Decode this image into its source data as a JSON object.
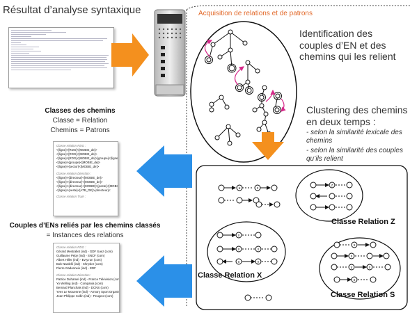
{
  "title_parse": "Résultat d’analyse syntaxique",
  "acquisition_title": "Acquisition de relations et de patrons",
  "identification_text": "Identification des couples d’EN et des chemins qui les relient",
  "clustering_title": "Clustering des chemins en deux temps :",
  "clustering_criteria": [
    "- selon la similarité lexicale des chemins",
    "- selon la similarité des couples qu’ils relient"
  ],
  "classes_heading": "Classes des chemins",
  "classes_sub": [
    "Classe = Relation",
    "Chemins = Patrons"
  ],
  "couples_heading": "Couples d’ENs reliés par les chemins classés",
  "couples_sub": "= Instances des relations",
  "page1": {
    "blocks": [
      {
        "header": "Classe relation RDG :",
        "lines": [
          "<{ligne}>[RDG]<[MOBIE_de]>",
          "<{ligne}>[RDG]<[MOBIE_de]>",
          "<{ligne}>[RDG]<[MOBIE_de]>{groupe}<{ligne}>",
          "<{ligne}>{groupe}<[MOBIE_de]>",
          "<{ligne}>{sector}<[MOBIE_de]>"
        ]
      },
      {
        "header": "Classe relation Direction :",
        "lines": [
          "<{ligne}>{directeur}<[MOBIE_de]>",
          "<{ligne}>{directeur}<[MOBIE_de]>",
          "<{ligne}>{directeur}<[MOBIE]>{poste}<[MOBIE_de]>",
          "<{ligne}>{veste}<[ATB_DE]>{directeur}<"
        ]
      },
      {
        "header": "Classe relation Train :",
        "lines": []
      }
    ]
  },
  "page2": {
    "blocks": [
      {
        "header": "Classe relation RDG :",
        "lines": [
          "Gérard Mestrallet (ind) - GDF Suez (com)",
          "Guillaume Pépy (ind) - SNCF (com)",
          "Albert Hiller (ind) - Evry.run (com)",
          "Bob Nardelli (ind) - Chrysler (com)",
          "Pierre Gadonneix (ind) - EDF"
        ]
      },
      {
        "header": "Classe relation Direction :",
        "lines": [
          "Patrice Duhamel (ind) - France Télévision (com)",
          "Yo Welling (ind) - Compania (com)",
          "Bernard Planchais (ind) - DCNS (com)",
          "Yves Le Mouenne (ind) - Armory Sport Organisation (com)",
          "Jean-Philippe Collin (ind) - Peugeot (com)"
        ]
      }
    ]
  },
  "cluster_labels": {
    "z": "Classe Relation Z",
    "x": "Classe Relation X",
    "s": "Classe Relation S"
  },
  "node_glyphs": [
    "u",
    "x",
    "z",
    "x",
    "x",
    "x",
    "y",
    "x",
    "s",
    "s",
    "s",
    "y",
    "s"
  ],
  "colors": {
    "arrow_orange": "#f4901e",
    "arrow_blue": "#2b90e8",
    "accent_text": "#e2692a",
    "path_highlight": "#d62a8a"
  }
}
